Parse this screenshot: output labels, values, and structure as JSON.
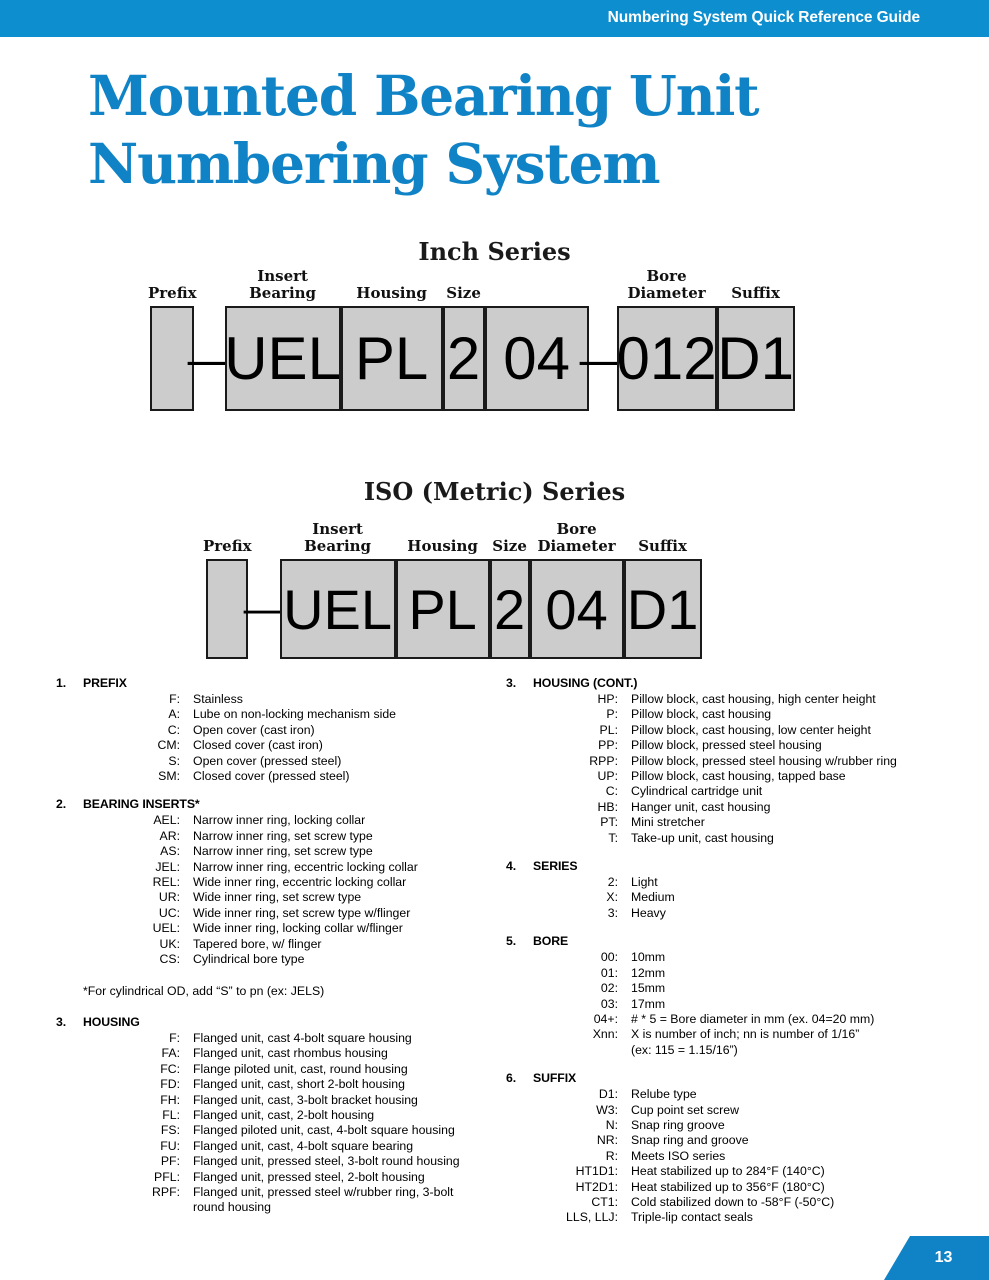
{
  "header": {
    "title": "Numbering System Quick Reference Guide",
    "accent_color": "#0d8ecf"
  },
  "title": {
    "line1": "Mounted Bearing Unit",
    "line2": "Numbering System",
    "color": "#1083c6"
  },
  "diagrams": [
    {
      "heading": "Inch Series",
      "box_fill": "#cccccc",
      "cells": [
        {
          "label": "Prefix",
          "value": "",
          "width": 44
        },
        {
          "dash": "—",
          "width": 28
        },
        {
          "label": "Insert\nBearing",
          "value": "UEL",
          "width": 116
        },
        {
          "label": "Housing",
          "value": "PL",
          "width": 102
        },
        {
          "label": "Size",
          "value": "2",
          "width": 42
        },
        {
          "label": "",
          "value": "04",
          "width": 104
        },
        {
          "dash": "—",
          "width": 28
        },
        {
          "label": "Bore\nDiameter",
          "value": "012",
          "width": 100
        },
        {
          "label": "Suffix",
          "value": "D1",
          "width": 78
        }
      ]
    },
    {
      "heading": "ISO (Metric) Series",
      "box_fill": "#cccccc",
      "cells": [
        {
          "label": "Prefix",
          "value": "",
          "width": 42
        },
        {
          "dash": "—",
          "width": 28
        },
        {
          "label": "Insert\nBearing",
          "value": "UEL",
          "width": 116
        },
        {
          "label": "Housing",
          "value": "PL",
          "width": 94
        },
        {
          "label": "Size",
          "value": "2",
          "width": 40
        },
        {
          "label": "Bore\nDiameter",
          "value": "04",
          "width": 94
        },
        {
          "label": "Suffix",
          "value": "D1",
          "width": 78
        }
      ]
    }
  ],
  "legend_left": {
    "groups": [
      {
        "num": "1.",
        "title": "PREFIX",
        "rows": [
          {
            "code": "F:",
            "desc": "Stainless"
          },
          {
            "code": "A:",
            "desc": "Lube on non-locking mechanism side"
          },
          {
            "code": "C:",
            "desc": "Open cover (cast iron)"
          },
          {
            "code": "CM:",
            "desc": "Closed cover (cast iron)"
          },
          {
            "code": "S:",
            "desc": "Open cover (pressed steel)"
          },
          {
            "code": "SM:",
            "desc": "Closed cover (pressed steel)"
          }
        ]
      },
      {
        "num": "2.",
        "title": "BEARING INSERTS*",
        "rows": [
          {
            "code": "AEL:",
            "desc": "Narrow inner ring, locking collar"
          },
          {
            "code": "AR:",
            "desc": "Narrow inner ring, set screw type"
          },
          {
            "code": "AS:",
            "desc": "Narrow inner ring, set screw type"
          },
          {
            "code": "JEL:",
            "desc": "Narrow inner ring, eccentric locking collar"
          },
          {
            "code": "REL:",
            "desc": "Wide inner ring, eccentric locking collar"
          },
          {
            "code": "UR:",
            "desc": "Wide inner ring, set screw type"
          },
          {
            "code": "UC:",
            "desc": "Wide inner ring, set screw type w/flinger"
          },
          {
            "code": "UEL:",
            "desc": "Wide inner ring, locking collar w/flinger"
          },
          {
            "code": "UK:",
            "desc": "Tapered bore,  w/ flinger"
          },
          {
            "code": "CS:",
            "desc": "Cylindrical bore type"
          }
        ]
      }
    ],
    "footnote": "*For cylindrical OD, add “S” to pn (ex: JELS)",
    "housing_group": {
      "num": "3.",
      "title": "HOUSING",
      "rows": [
        {
          "code": "F:",
          "desc": "Flanged unit, cast 4-bolt square housing"
        },
        {
          "code": "FA:",
          "desc": "Flanged unit, cast rhombus housing"
        },
        {
          "code": "FC:",
          "desc": "Flange piloted unit, cast, round housing"
        },
        {
          "code": "FD:",
          "desc": "Flanged unit, cast, short 2-bolt housing"
        },
        {
          "code": "FH:",
          "desc": "Flanged unit, cast, 3-bolt bracket housing"
        },
        {
          "code": "FL:",
          "desc": "Flanged unit, cast, 2-bolt housing"
        },
        {
          "code": "FS:",
          "desc": "Flanged piloted unit, cast, 4-bolt square housing"
        },
        {
          "code": "FU:",
          "desc": "Flanged unit, cast, 4-bolt square bearing"
        },
        {
          "code": "PF:",
          "desc": "Flanged unit, pressed steel, 3-bolt round housing"
        },
        {
          "code": "PFL:",
          "desc": "Flanged unit, pressed steel, 2-bolt housing"
        },
        {
          "code": "RPF:",
          "desc": "Flanged unit, pressed steel w/rubber ring, 3-bolt",
          "desc2": "round housing"
        }
      ]
    }
  },
  "legend_right": {
    "groups": [
      {
        "num": "3.",
        "title": "HOUSING (CONT.)",
        "rows": [
          {
            "code": "HP:",
            "desc": "Pillow block, cast housing, high center height"
          },
          {
            "code": "P:",
            "desc": "Pillow block, cast housing"
          },
          {
            "code": "PL:",
            "desc": "Pillow block, cast housing, low center height"
          },
          {
            "code": "PP:",
            "desc": "Pillow block, pressed steel housing"
          },
          {
            "code": "RPP:",
            "desc": "Pillow block, pressed steel housing w/rubber ring"
          },
          {
            "code": "UP:",
            "desc": "Pillow block, cast housing, tapped base"
          },
          {
            "code": "C:",
            "desc": "Cylindrical cartridge unit"
          },
          {
            "code": "HB:",
            "desc": "Hanger unit, cast housing"
          },
          {
            "code": "PT:",
            "desc": "Mini stretcher"
          },
          {
            "code": "T:",
            "desc": "Take-up unit, cast housing"
          }
        ]
      },
      {
        "num": "4.",
        "title": "SERIES",
        "rows": [
          {
            "code": "2:",
            "desc": "Light"
          },
          {
            "code": "X:",
            "desc": "Medium"
          },
          {
            "code": "3:",
            "desc": "Heavy"
          }
        ]
      },
      {
        "num": "5.",
        "title": "BORE",
        "rows": [
          {
            "code": "00:",
            "desc": "10mm"
          },
          {
            "code": "01:",
            "desc": "12mm"
          },
          {
            "code": "02:",
            "desc": "15mm"
          },
          {
            "code": "03:",
            "desc": "17mm"
          },
          {
            "code": "04+:",
            "desc": "# * 5 = Bore diameter in mm (ex. 04=20 mm)"
          },
          {
            "code": "Xnn:",
            "desc": "X is number of inch; nn is number of 1/16”",
            "desc2": "(ex: 115 = 1.15/16”)"
          }
        ]
      },
      {
        "num": "6.",
        "title": "SUFFIX",
        "rows": [
          {
            "code": "D1:",
            "desc": "Relube type"
          },
          {
            "code": "W3:",
            "desc": "Cup point set screw"
          },
          {
            "code": "N:",
            "desc": "Snap ring groove"
          },
          {
            "code": "NR:",
            "desc": "Snap ring and groove"
          },
          {
            "code": "R:",
            "desc": "Meets ISO series"
          },
          {
            "code": "HT1D1:",
            "desc": "Heat stabilized up to 284°F (140°C)"
          },
          {
            "code": "HT2D1:",
            "desc": "Heat stabilized up to 356°F (180°C)"
          },
          {
            "code": "CT1:",
            "desc": "Cold stabilized down to -58°F (-50°C)"
          },
          {
            "code": "LLS, LLJ:",
            "desc": "Triple-lip contact seals"
          }
        ]
      }
    ]
  },
  "footer": {
    "page_number": "13",
    "flag_color": "#1083c6"
  }
}
